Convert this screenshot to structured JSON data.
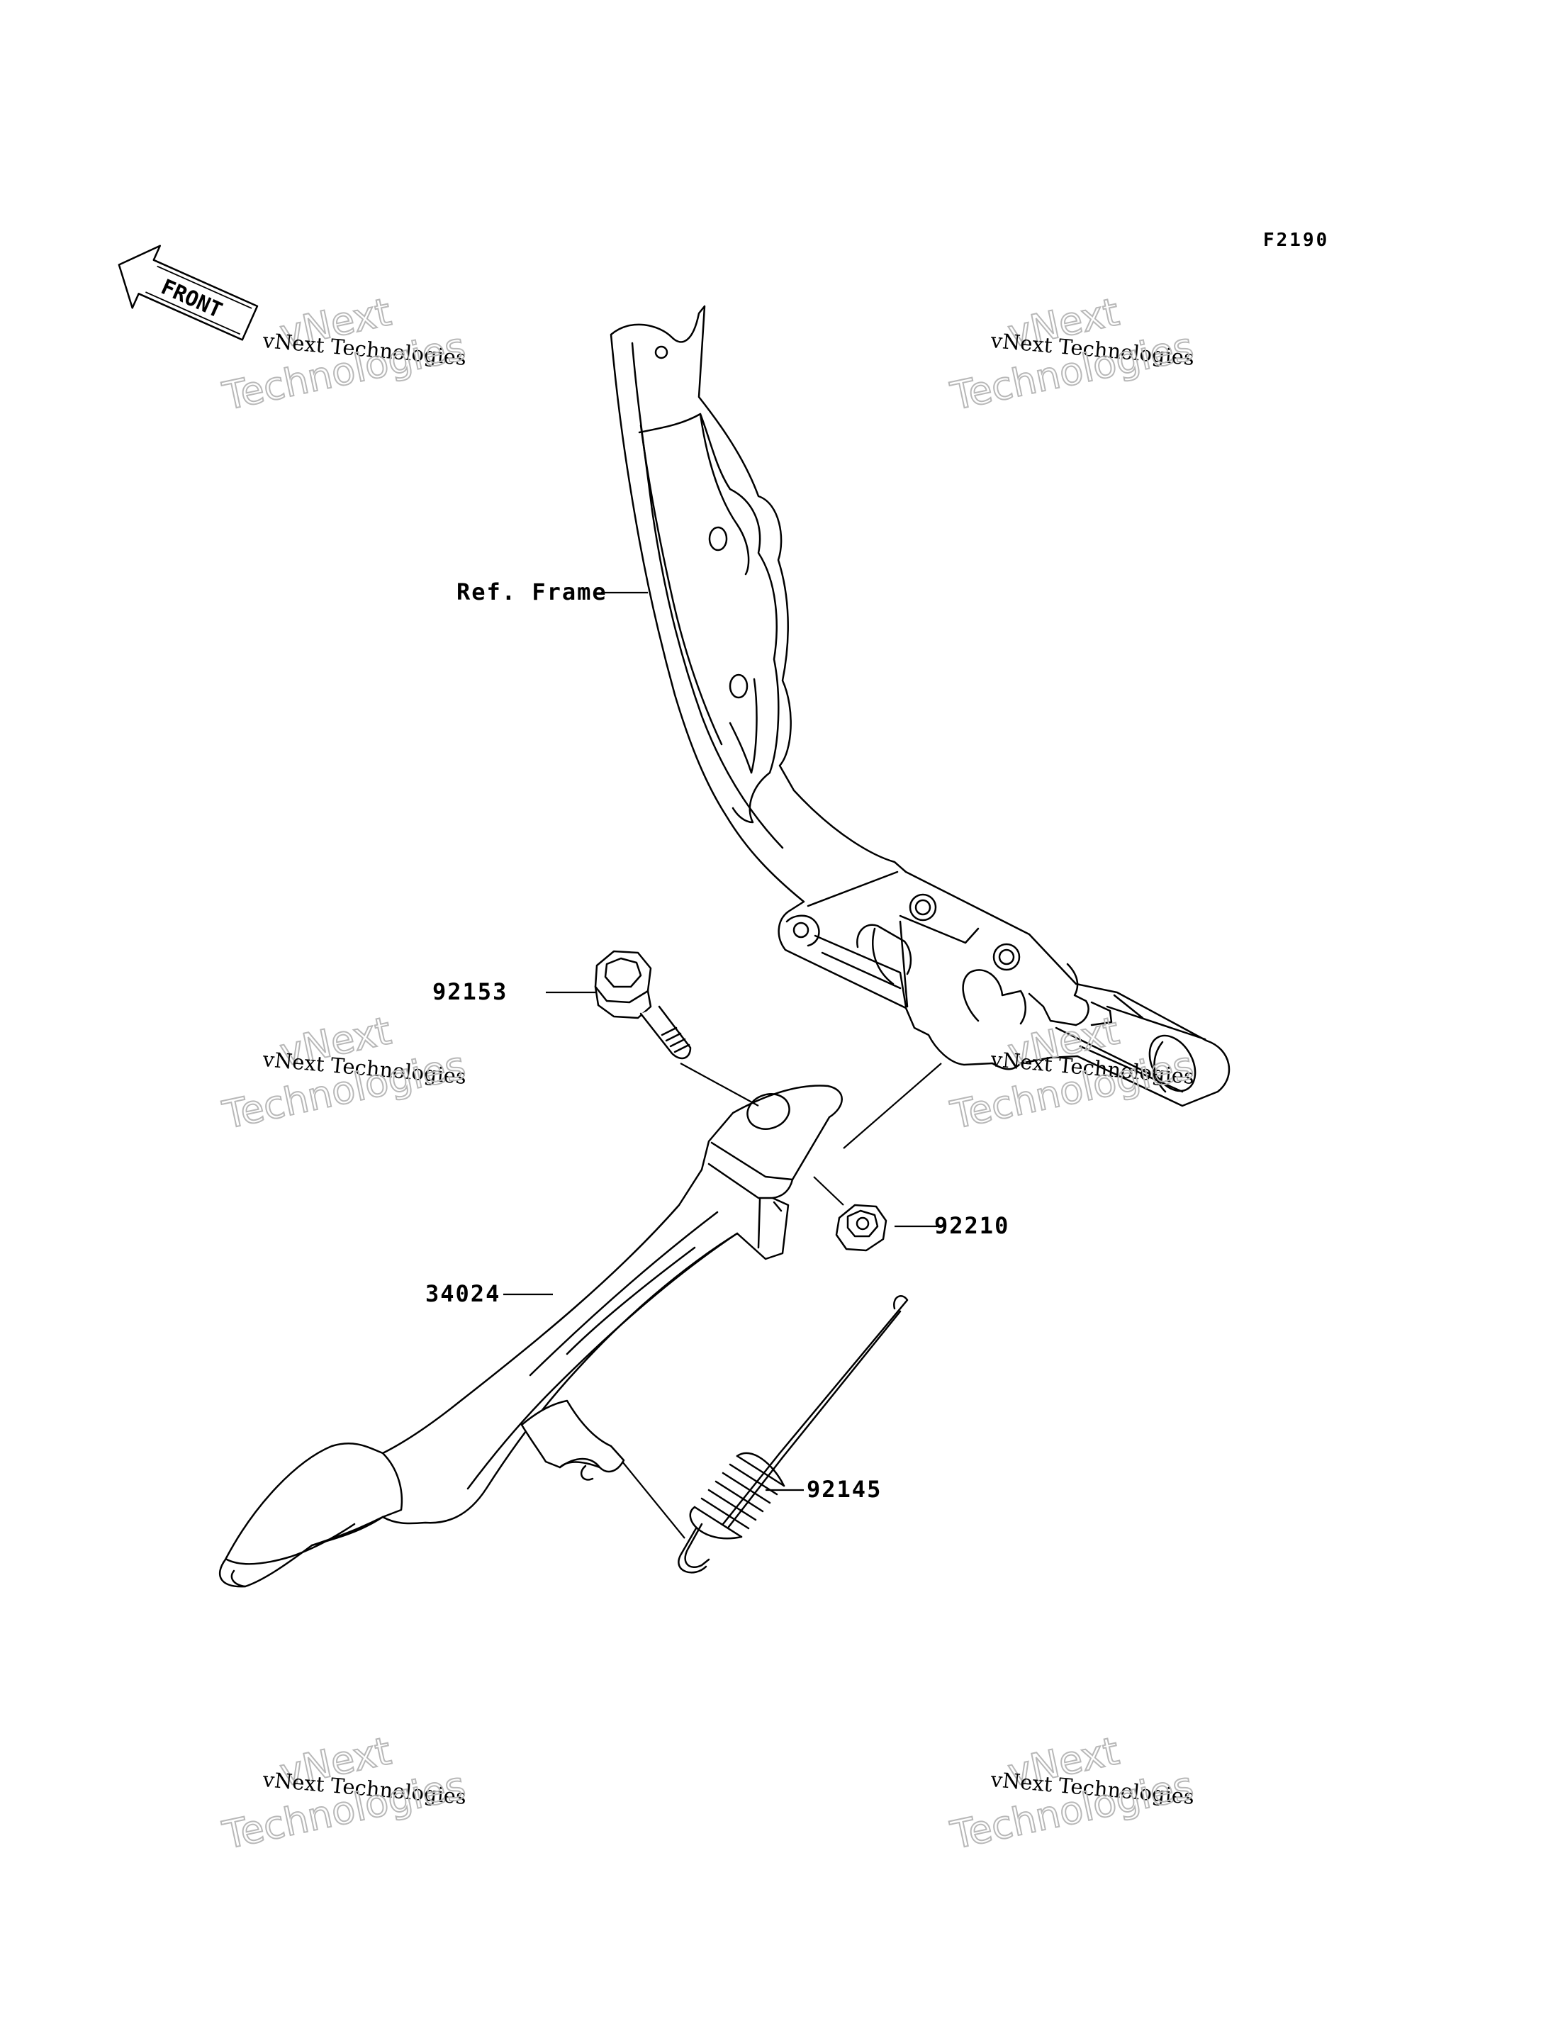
{
  "figure_code": "F2190",
  "front_indicator": "FRONT",
  "callouts": {
    "ref_frame": "Ref. Frame",
    "bolt": "92153",
    "nut": "92210",
    "side_stand": "34024",
    "spring": "92145"
  },
  "watermarks": [
    {
      "line1": "vNext",
      "line2": "vNext Technologies",
      "line3": "Technologies"
    },
    {
      "line1": "vNext",
      "line2": "vNext Technologies",
      "line3": "Technologies"
    },
    {
      "line1": "vNext",
      "line2": "vNext Technologies",
      "line3": "Technologies"
    },
    {
      "line1": "vNext",
      "line2": "vNext Technologies",
      "line3": "Technologies"
    },
    {
      "line1": "vNext",
      "line2": "vNext Technologies",
      "line3": "Technologies"
    },
    {
      "line1": "vNext",
      "line2": "vNext Technologies",
      "line3": "Technologies"
    }
  ]
}
